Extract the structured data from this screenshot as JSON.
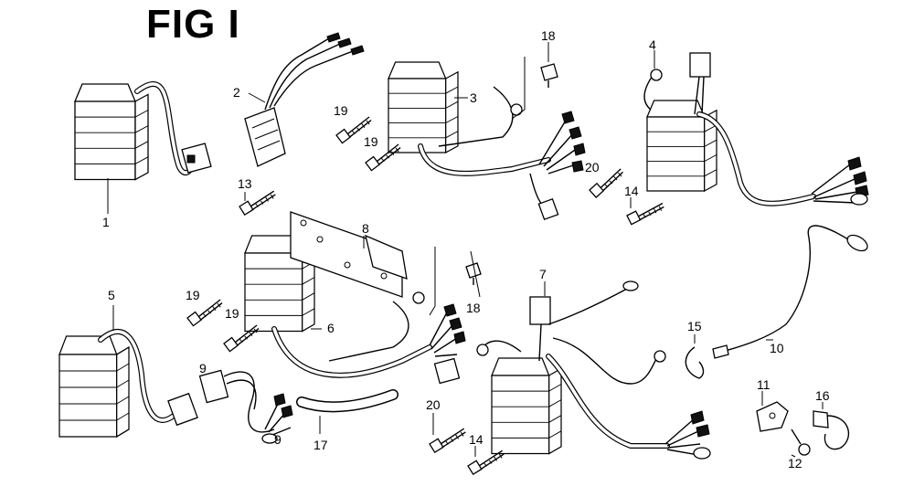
{
  "figure": {
    "title": "FIG I"
  },
  "callouts": [
    {
      "id": "1",
      "label": "1"
    },
    {
      "id": "2",
      "label": "2"
    },
    {
      "id": "3",
      "label": "3"
    },
    {
      "id": "4",
      "label": "4"
    },
    {
      "id": "5",
      "label": "5"
    },
    {
      "id": "6",
      "label": "6"
    },
    {
      "id": "7",
      "label": "7"
    },
    {
      "id": "8",
      "label": "8"
    },
    {
      "id": "9a",
      "label": "9"
    },
    {
      "id": "9b",
      "label": "9"
    },
    {
      "id": "10",
      "label": "10"
    },
    {
      "id": "11",
      "label": "11"
    },
    {
      "id": "12",
      "label": "12"
    },
    {
      "id": "13",
      "label": "13"
    },
    {
      "id": "14a",
      "label": "14"
    },
    {
      "id": "14b",
      "label": "14"
    },
    {
      "id": "15",
      "label": "15"
    },
    {
      "id": "16",
      "label": "16"
    },
    {
      "id": "17",
      "label": "17"
    },
    {
      "id": "18a",
      "label": "18"
    },
    {
      "id": "18b",
      "label": "18"
    },
    {
      "id": "19a",
      "label": "19"
    },
    {
      "id": "19b",
      "label": "19"
    },
    {
      "id": "19c",
      "label": "19"
    },
    {
      "id": "19d",
      "label": "19"
    },
    {
      "id": "20a",
      "label": "20"
    },
    {
      "id": "20b",
      "label": "20"
    }
  ]
}
